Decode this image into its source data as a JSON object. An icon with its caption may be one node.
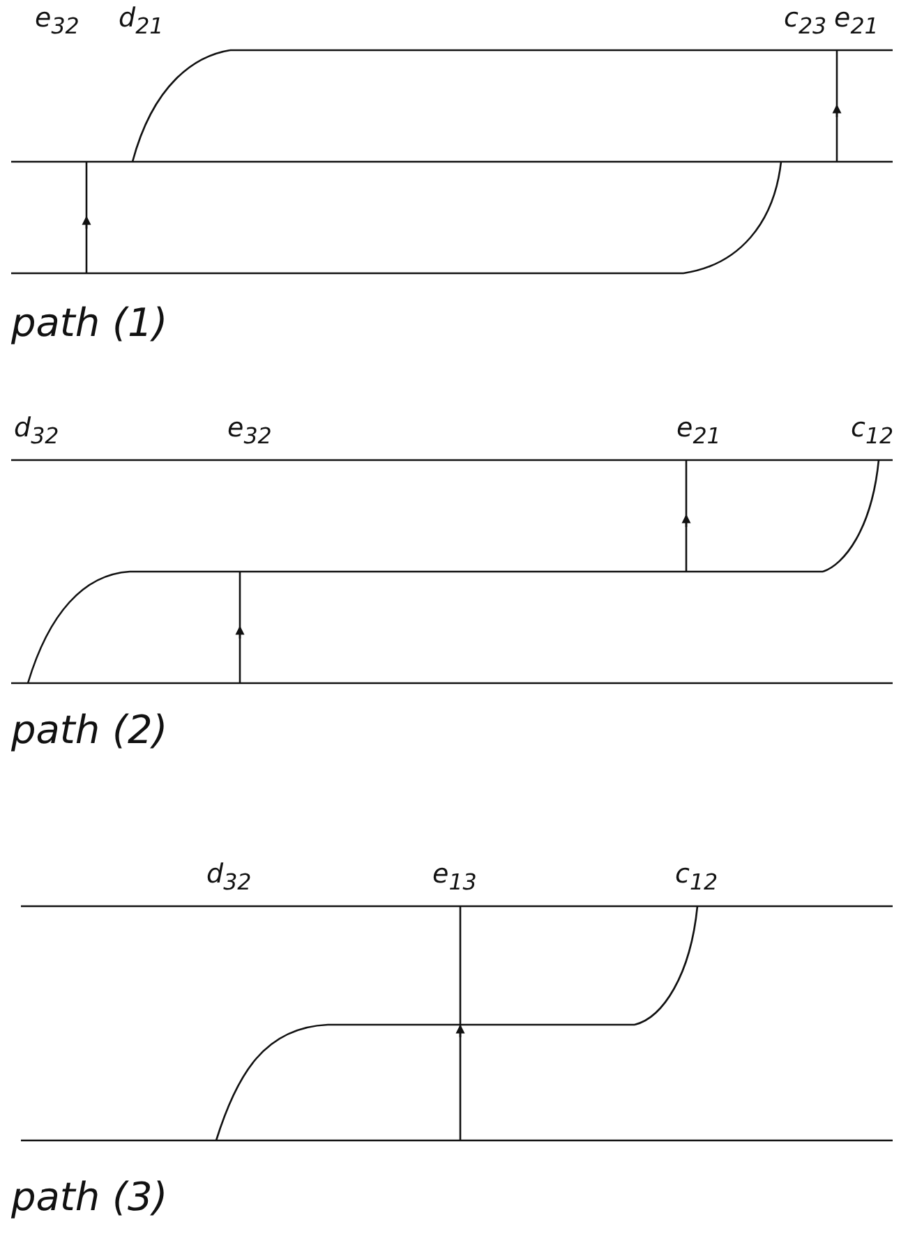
{
  "diagram": {
    "labels": [
      "e$_{32}$",
      "d$_{21}$",
      "c$_{23}$",
      "e$_{21}$",
      "path (1)",
      "d$_{32}$",
      "e$_{32}$",
      "e$_{21}$",
      "c$_{12}$",
      "path (2)",
      "d$_{32}$",
      "e$_{13}$",
      "c$_{12}$",
      "path (3)"
    ]
  }
}
